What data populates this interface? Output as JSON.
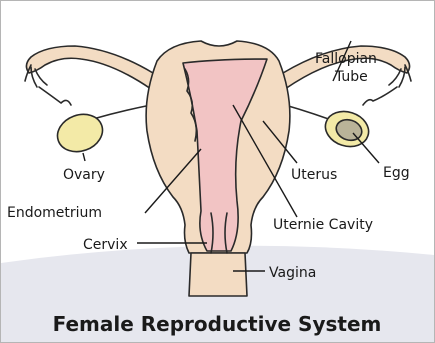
{
  "labels": {
    "fallopian_tube": "Fallopian",
    "fallopian_tube_2": "Tube",
    "ovary": "Ovary",
    "uterus": "Uterus",
    "egg": "Egg",
    "endometrium": "Endometrium",
    "uterine_cavity": "Uternie Cavity",
    "cervix": "Cervix",
    "vagina": "Vagina"
  },
  "caption": "Female Reproductive System",
  "colors": {
    "tissue": "#f3dcc3",
    "cavity": "#f2c4c4",
    "ovary": "#f3eaa7",
    "egg": "#b9b398",
    "band": "#e6e7ee"
  }
}
